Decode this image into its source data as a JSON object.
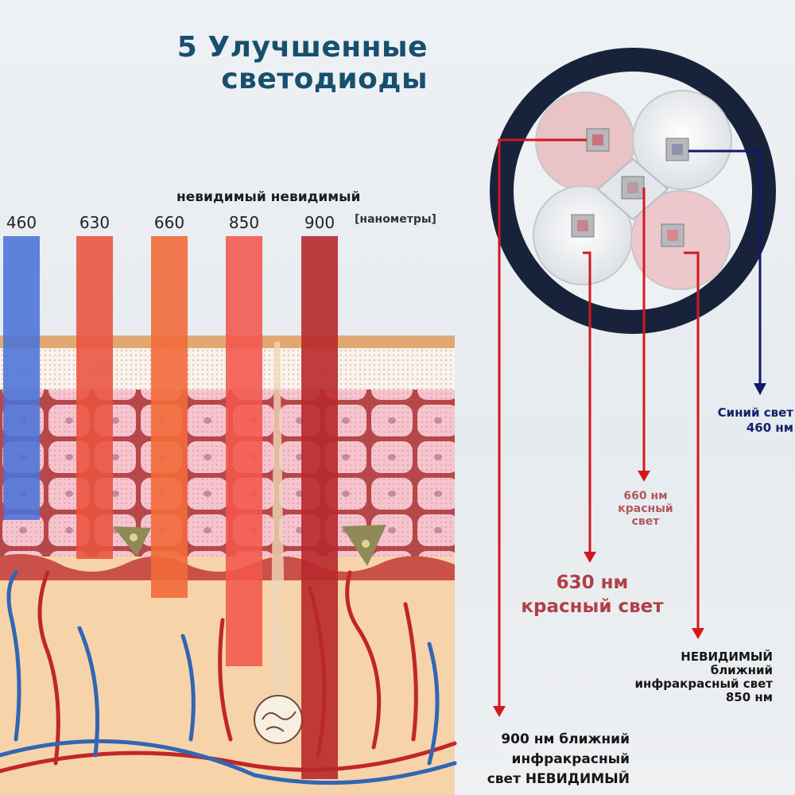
{
  "title": {
    "line1": "5 Улучшенные",
    "line2": "светодиоды"
  },
  "header": {
    "invisible_label": "невидимый невидимый",
    "unit_label": "[нанометры]"
  },
  "wavelengths": [
    {
      "label": "460",
      "color": "#4a72d8"
    },
    {
      "label": "630",
      "color": "#e9523e"
    },
    {
      "label": "660",
      "color": "#f26a3a"
    },
    {
      "label": "850",
      "color": "#f2574c"
    },
    {
      "label": "900",
      "color": "#b8282c"
    }
  ],
  "annotations": {
    "blue": {
      "line1": "Синий свет",
      "line2": "460 нм",
      "color": "#13206a"
    },
    "red660": {
      "line1": "660 нм",
      "line2": "красный",
      "line3": "свет",
      "color": "#b05a5f"
    },
    "red630": {
      "line1": "630 нм",
      "line2": "красный свет",
      "color": "#b04046"
    },
    "ir850": {
      "line1": "НЕВИДИМЫЙ",
      "line2": "ближний",
      "line3": "инфракрасный свет",
      "line4": "850 нм",
      "color": "#161616"
    },
    "ir900": {
      "line1": "900 нм ближний",
      "line2": "инфракрасный",
      "line3": "свет НЕВИДИМЫЙ",
      "color": "#161616"
    }
  },
  "colors": {
    "title": "#17506e",
    "arrow_red": "#d4171f",
    "arrow_blue": "#12176b",
    "ring": "#18233b"
  }
}
